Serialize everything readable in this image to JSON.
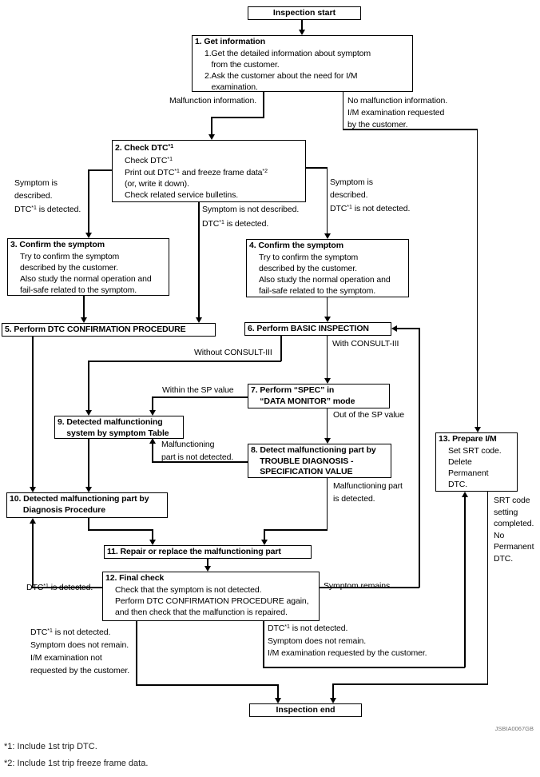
{
  "figure": {
    "id_label": "JSBIA0067GB",
    "footnote1": "*1: Include 1st trip DTC.",
    "footnote2": "*2: Include 1st trip freeze frame data."
  },
  "nodes": {
    "start": {
      "label": "Inspection start"
    },
    "end": {
      "label": "Inspection end"
    },
    "b1": {
      "title": "1. Get information",
      "lines": [
        "1.Get the detailed information about symptom",
        "   from the customer.",
        "2.Ask the customer about the need for I/M",
        "   examination."
      ]
    },
    "b2": {
      "title": "2. Check DTC*1",
      "lines": [
        "Check DTC*1",
        "Print out DTC*1 and freeze frame data*2",
        "(or, write it down).",
        "Check related service bulletins."
      ]
    },
    "b3": {
      "title": "3. Confirm the symptom",
      "lines": [
        "Try to confirm the symptom",
        "described by the customer.",
        "Also study the normal operation and",
        "fail-safe related to the symptom."
      ]
    },
    "b4": {
      "title": "4. Confirm the symptom",
      "lines": [
        "Try to confirm the symptom",
        "described by the customer.",
        "Also study the normal operation and",
        "fail-safe related to the symptom."
      ]
    },
    "b5": {
      "title": "5. Perform DTC CONFIRMATION PROCEDURE"
    },
    "b6": {
      "title": "6. Perform BASIC INSPECTION"
    },
    "b7": {
      "title": [
        "7. Perform “SPEC” in",
        "    “DATA MONITOR” mode"
      ]
    },
    "b8": {
      "title": [
        "8. Detect malfunctioning part by",
        "    TROUBLE DIAGNOSIS -",
        "    SPECIFICATION VALUE"
      ]
    },
    "b9": {
      "title": [
        "9. Detected malfunctioning",
        "    system by symptom Table"
      ]
    },
    "b10": {
      "title": [
        "10. Detected malfunctioning part by",
        "      Diagnosis Procedure"
      ]
    },
    "b11": {
      "title": "11. Repair or replace the malfunctioning part"
    },
    "b12": {
      "title": "12. Final check",
      "lines": [
        "Check that the symptom is not detected.",
        "Perform DTC CONFIRMATION PROCEDURE again,",
        "and then check that the malfunction is repaired."
      ]
    },
    "b13": {
      "title": "13. Prepare I/M",
      "lines": [
        "Set SRT code.",
        "Delete",
        "Permanent",
        "DTC."
      ]
    }
  },
  "edge_labels": {
    "malfunction_info": [
      "Malfunction information."
    ],
    "no_malfunction_info": [
      "No malfunction information.",
      "I/M examination requested",
      "by the customer."
    ],
    "symptom_described_dtc": [
      "Symptom is",
      "described.",
      "DTC*1 is detected."
    ],
    "symptom_not_described_dtc": [
      "Symptom is not described.",
      "DTC*1 is detected."
    ],
    "symptom_described_no_dtc": [
      "Symptom is",
      "described.",
      "DTC*1 is not detected."
    ],
    "without_consult": [
      "Without CONSULT-III"
    ],
    "with_consult": [
      "With CONSULT-III"
    ],
    "within_sp": [
      "Within the SP value"
    ],
    "out_of_sp": [
      "Out of the SP value"
    ],
    "malf_part_not_detected": [
      "Malfunctioning",
      "part is not detected."
    ],
    "malf_part_detected": [
      "Malfunctioning part",
      "is detected."
    ],
    "dtc_detected": [
      "DTC*1 is detected."
    ],
    "symptom_remains": [
      "Symptom remains."
    ],
    "srt_completed": [
      "SRT code",
      "setting",
      "completed.",
      "No",
      "Permanent",
      "DTC."
    ],
    "end_left": [
      "DTC*1 is not detected.",
      "Symptom does not remain.",
      "I/M examination not",
      "requested by the customer."
    ],
    "end_right": [
      "DTC*1 is not detected.",
      "Symptom does not remain.",
      "I/M examination requested by the customer."
    ]
  }
}
